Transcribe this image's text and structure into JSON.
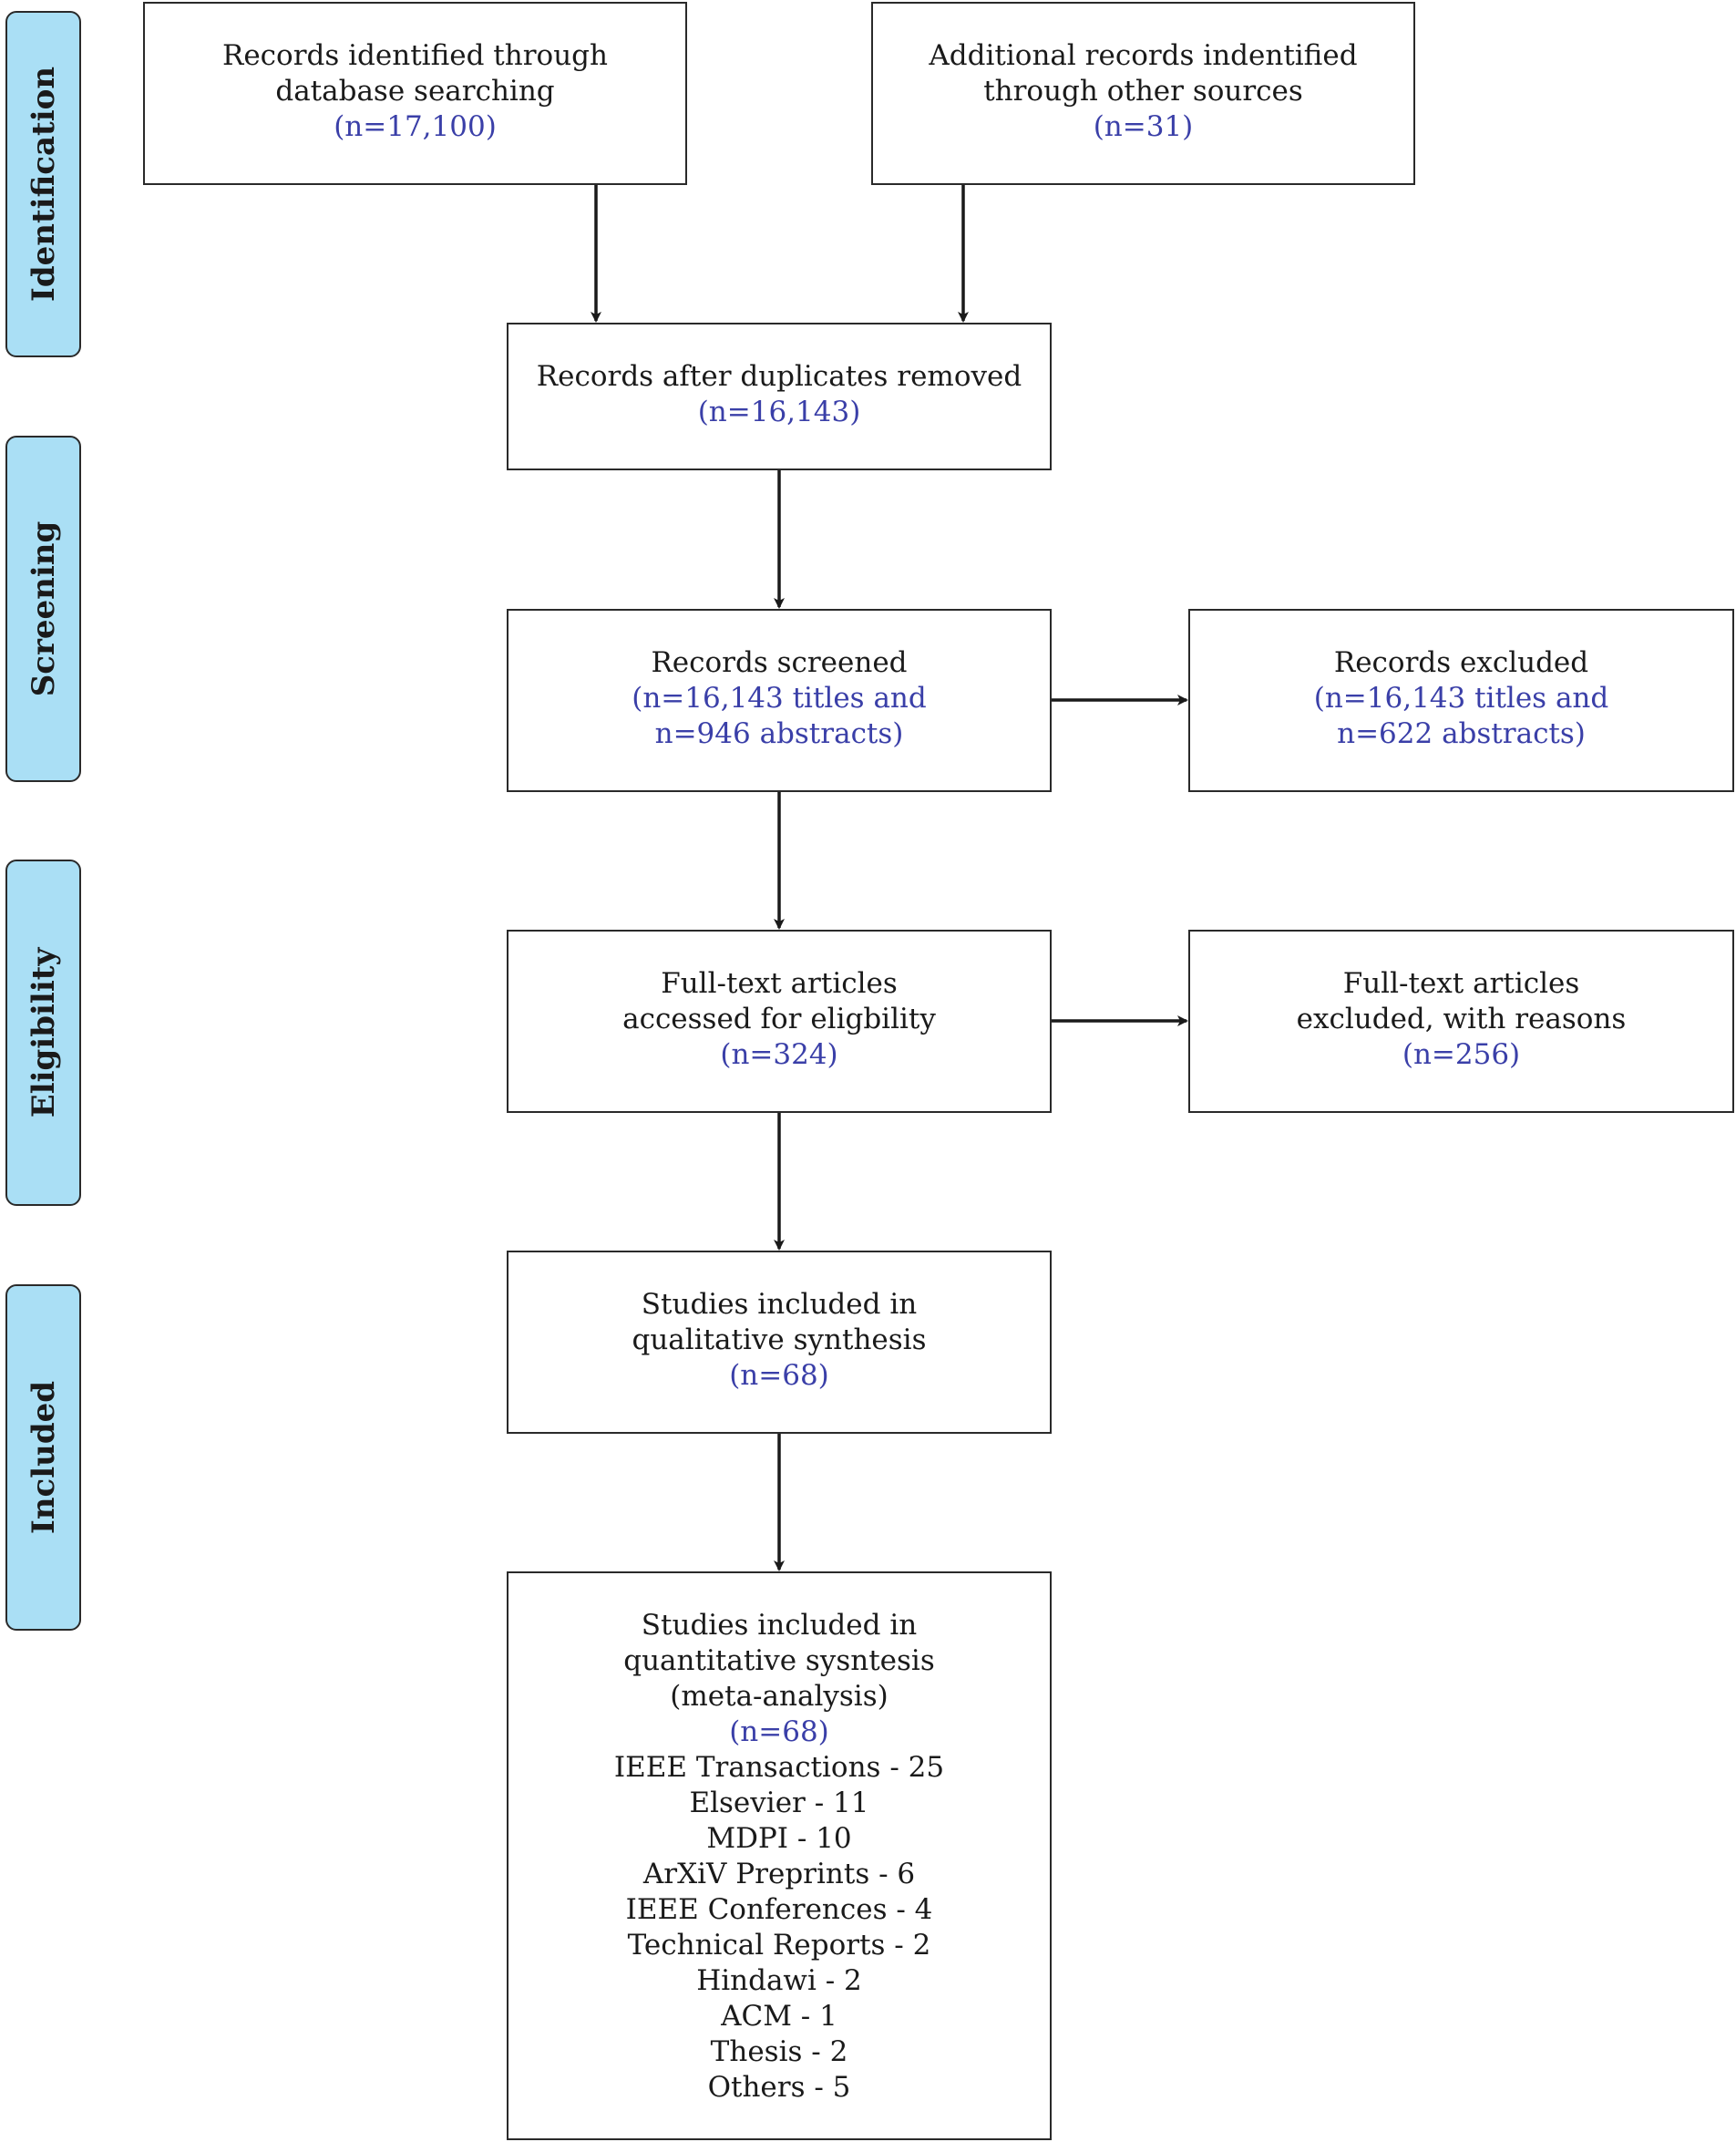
{
  "stages": {
    "identification": "Identification",
    "screening": "Screening",
    "eligibility": "Eligibility",
    "included": "Included"
  },
  "boxes": {
    "database": {
      "line1": "Records identified through",
      "line2": "database searching",
      "count": "(n=17,100)"
    },
    "other": {
      "line1": "Additional records indentified",
      "line2": "through other sources",
      "count": "(n=31)"
    },
    "duplicates": {
      "line1": "Records after duplicates removed",
      "count": "(n=16,143)"
    },
    "screened": {
      "line1": "Records screened",
      "count1": "(n=16,143 titles and",
      "count2": "n=946 abstracts)"
    },
    "excluded": {
      "line1": "Records excluded",
      "count1": "(n=16,143 titles and",
      "count2": "n=622 abstracts)"
    },
    "fulltext": {
      "line1": "Full-text articles",
      "line2": "accessed for eligbility",
      "count": "(n=324)"
    },
    "fulltext_excluded": {
      "line1": "Full-text articles",
      "line2": "excluded, with reasons",
      "count": "(n=256)"
    },
    "qualitative": {
      "line1": "Studies included in",
      "line2": "qualitative synthesis",
      "count": "(n=68)"
    },
    "quantitative": {
      "line1": "Studies included in",
      "line2": "quantitative sysntesis",
      "line3": "(meta-analysis)",
      "count": "(n=68)",
      "sources": [
        "IEEE Transactions - 25",
        "Elsevier - 11",
        "MDPI - 10",
        "ArXiV Preprints - 6",
        "IEEE Conferences - 4",
        "Technical Reports - 2",
        "Hindawi - 2",
        "ACM - 1",
        "Thesis - 2",
        "Others - 5"
      ]
    }
  }
}
